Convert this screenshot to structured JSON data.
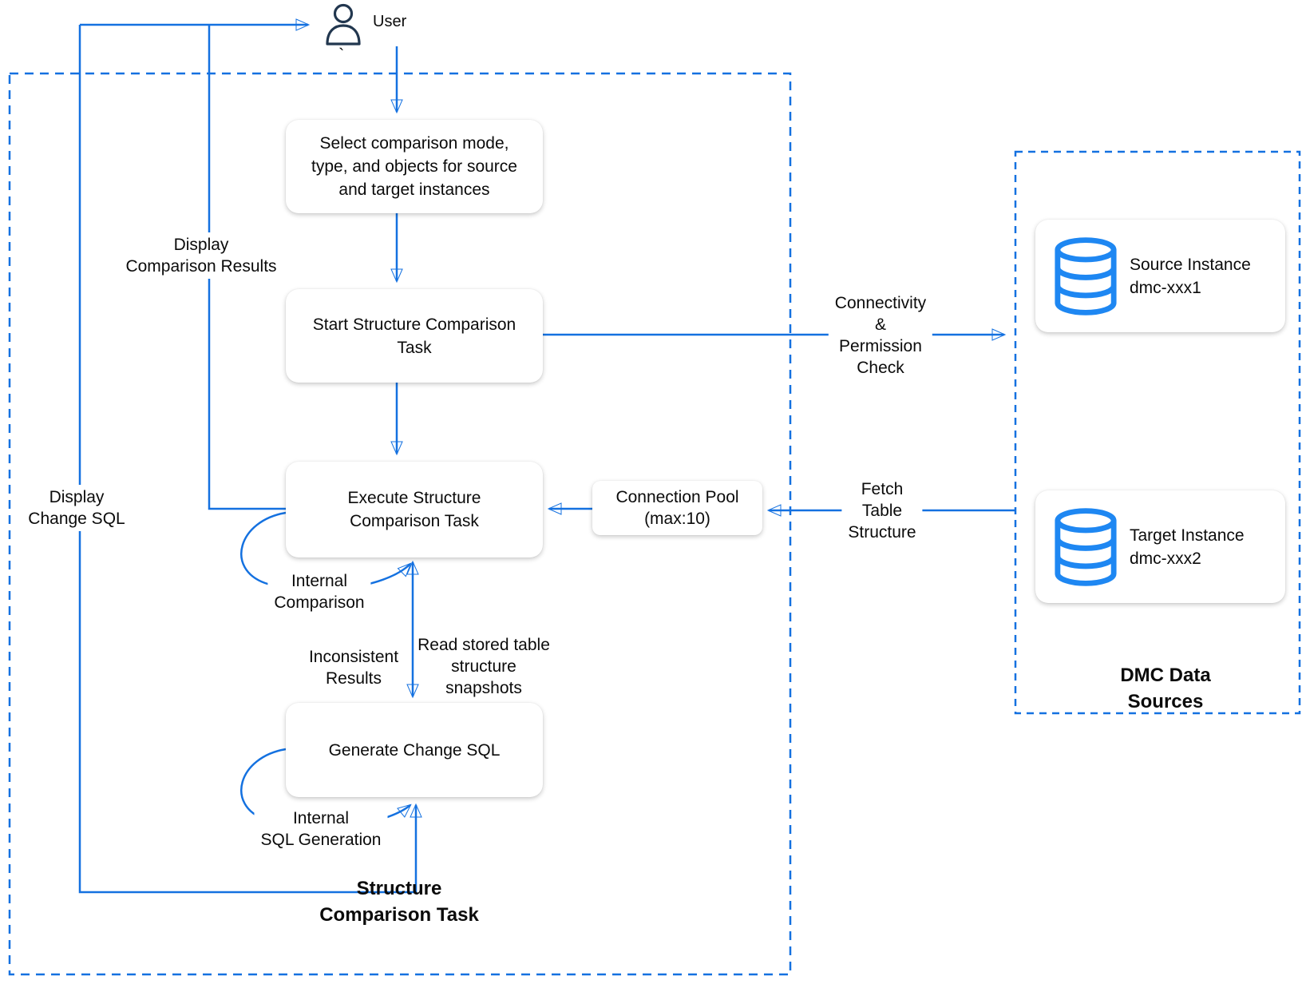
{
  "diagram": {
    "user_label": "User",
    "stray_char": "`",
    "nodes": {
      "select": "Select comparison mode,\ntype, and objects for source\nand target instances",
      "start": "Start Structure Comparison\nTask",
      "execute": "Execute Structure\nComparison Task",
      "generate": "Generate Change SQL",
      "connection_pool": "Connection Pool\n(max:10)"
    },
    "instances": {
      "source": "Source Instance\ndmc-xxx1",
      "target": "Target Instance\ndmc-xxx2"
    },
    "containers": {
      "structure_task_title": "Structure\nComparison Task",
      "dmc_title": "DMC Data\nSources"
    },
    "edge_labels": {
      "display_comparison_results": "Display\nComparison Results",
      "display_change_sql": "Display\nChange SQL",
      "connectivity_check": "Connectivity\n&\nPermission\nCheck",
      "fetch_table_structure": "Fetch\nTable\nStructure",
      "internal_comparison": "Internal\nComparison",
      "inconsistent_results": "Inconsistent\nResults",
      "read_snapshots": "Read stored table\nstructure\nsnapshots",
      "internal_sql_generation": "Internal\nSQL Generation"
    },
    "colors": {
      "line": "#1471E0",
      "db": "#1E87F2",
      "user": "#22374F"
    }
  }
}
